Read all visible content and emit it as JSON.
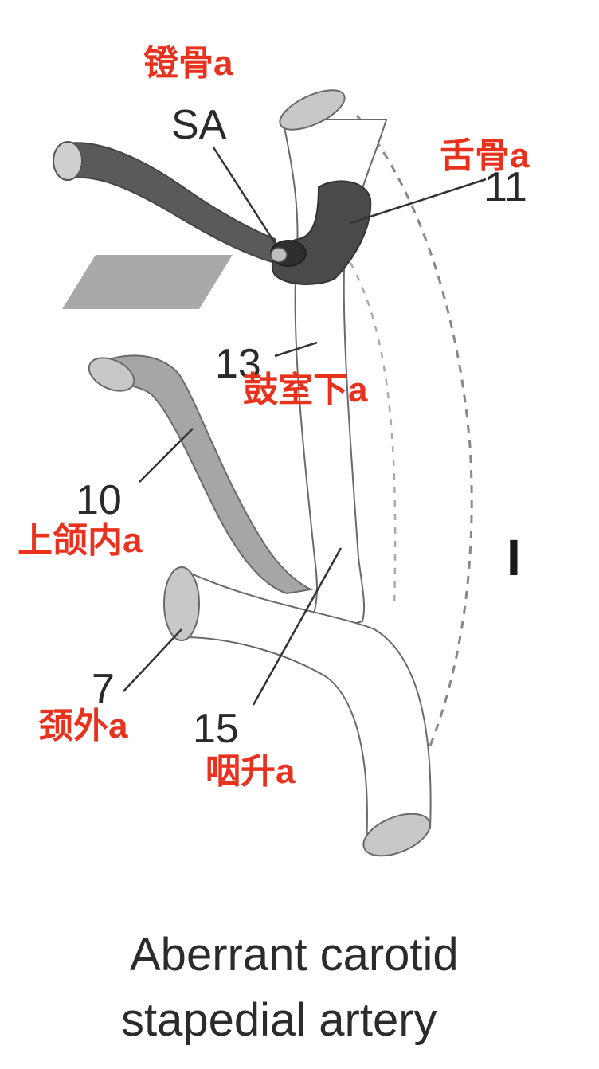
{
  "labels": {
    "stapedial_a": "镫骨a",
    "hyoid_a": "舌骨a",
    "inferior_tympanic_a": "鼓室下a",
    "internal_maxillary_a": "上颌内a",
    "external_carotid_a": "颈外a",
    "ascending_pharyngeal_a": "咽升a"
  },
  "numbers": {
    "sa": "SA",
    "n11": "11",
    "n13": "13",
    "n10": "10",
    "n7": "7",
    "n15": "15"
  },
  "panel_marker": "I",
  "caption": {
    "line1": "Aberrant carotid",
    "line2": "stapedial artery"
  },
  "colors": {
    "label_red": "#e8321e",
    "vessel_dark": "#555555",
    "vessel_mid": "#9c9c9c",
    "vessel_light": "#c8c8c8",
    "outline": "#6a6a6a"
  }
}
